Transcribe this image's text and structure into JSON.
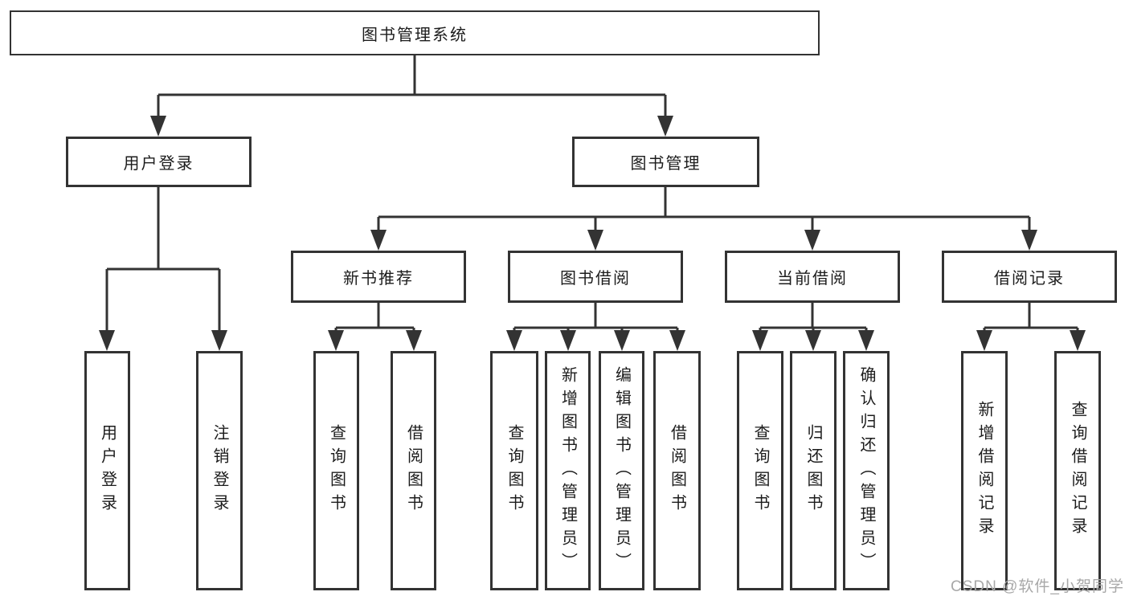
{
  "diagram": {
    "type": "hierarchy",
    "tree": {
      "label": "图书管理系统",
      "children": [
        {
          "label": "用户登录",
          "children": [
            {
              "label": "用户登录"
            },
            {
              "label": "注销登录"
            }
          ]
        },
        {
          "label": "图书管理",
          "children": [
            {
              "label": "新书推荐",
              "children": [
                {
                  "label": "查询图书"
                },
                {
                  "label": "借阅图书"
                }
              ]
            },
            {
              "label": "图书借阅",
              "children": [
                {
                  "label": "查询图书"
                },
                {
                  "label": "新增图书（管理员）"
                },
                {
                  "label": "编辑图书（管理员）"
                },
                {
                  "label": "借阅图书"
                }
              ]
            },
            {
              "label": "当前借阅",
              "children": [
                {
                  "label": "查询图书"
                },
                {
                  "label": "归还图书"
                },
                {
                  "label": "确认归还（管理员）"
                }
              ]
            },
            {
              "label": "借阅记录",
              "children": [
                {
                  "label": "新增借阅记录"
                },
                {
                  "label": "查询借阅记录"
                }
              ]
            }
          ]
        }
      ]
    }
  },
  "watermark": {
    "text": "CSDN @软件_小贺同学"
  },
  "colors": {
    "line": "#333333",
    "box_border": "#333333",
    "text": "#1c1c1c",
    "watermark": "#a8a8a8",
    "background": "#ffffff"
  }
}
